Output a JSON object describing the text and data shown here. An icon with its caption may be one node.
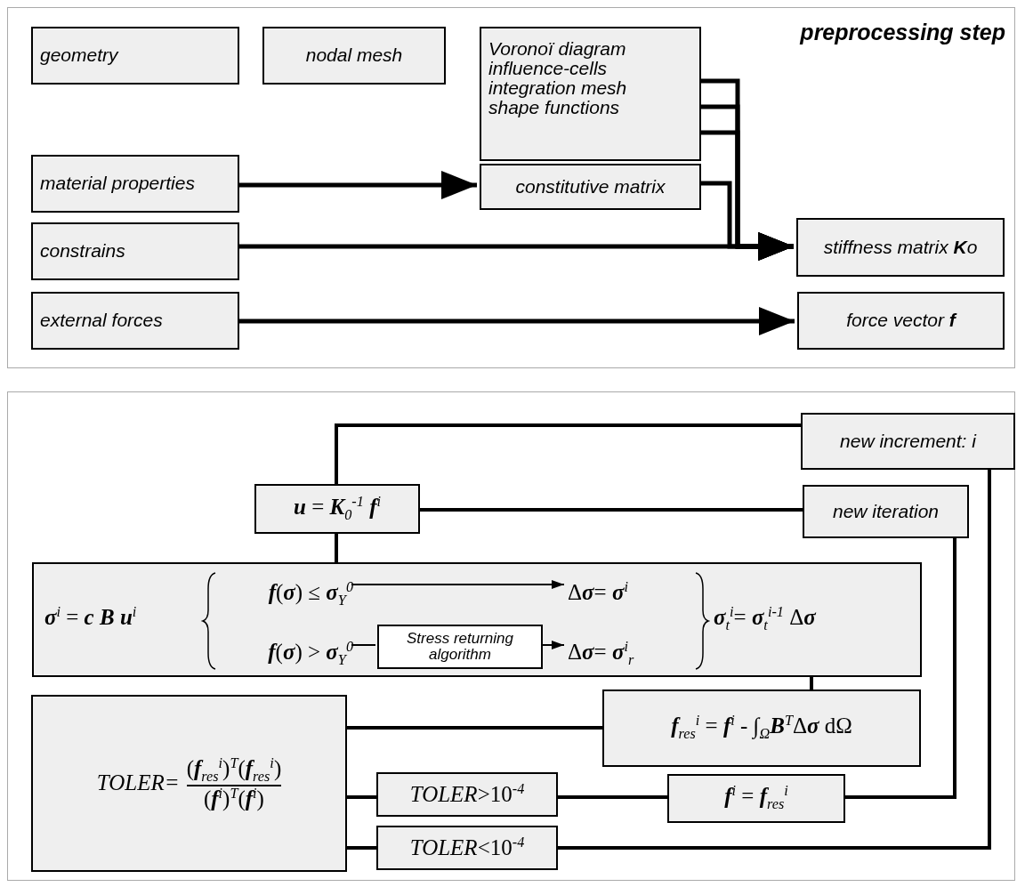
{
  "diagram": {
    "nodes": [
      {
        "text": [
          "preprocessing step"
        ]
      },
      {
        "text": [
          "geometry"
        ],
        "in": 0
      },
      {
        "text": [
          "nodal mesh"
        ],
        "in": 0
      },
      {
        "text": [
          "Voronoï diagram",
          "influence-cells",
          "integration mesh",
          "shape functions"
        ],
        "in": 0
      },
      {
        "text": [
          "material properties"
        ],
        "in": 0
      },
      {
        "text": [
          "constitutive matrix"
        ],
        "in": 0
      },
      {
        "text": [
          "constrains"
        ],
        "in": 0
      },
      {
        "text": [
          "stiffness matrix **K**o"
        ],
        "in": 0
      },
      {
        "text": [
          "external forces"
        ],
        "in": 0
      },
      {
        "text": [
          "force vector **f**"
        ],
        "in": 0
      },
      {
        "text": [
          "new increment: i"
        ]
      },
      {
        "text": [
          "**u** = **K**$_{0}$$^{-1}$ **f**$^{i}$"
        ]
      },
      {
        "text": [
          "new iteration"
        ]
      },
      {
        "text": [
          "**σ**$^{i}$ = **c B u**$^{i}$",
          "**σ**$_{t}$$^{i}$= **σ**$_{t}$$^{i-1}$ Δ**σ**"
        ]
      },
      {
        "text": [
          "**f**(**σ**) ≤ **σ**$_{Y}$$^{0}$"
        ],
        "in": 13
      },
      {
        "text": [
          "Δ**σ**= **σ**$^{i}$"
        ],
        "in": 13
      },
      {
        "text": [
          "**f**(**σ**) > **σ**$_{Y}$$^{0}$"
        ],
        "in": 13
      },
      {
        "text": [
          "Stress returning algorithm"
        ],
        "in": 13
      },
      {
        "text": [
          "Δ**σ**= **σ**$^{i}$$_{r}$"
        ],
        "in": 13
      },
      {
        "text": [
          "TOLER=",
          "(**f**$_{res}$$^{i}$)$^{T}$(**f**$_{res}$$^{i}$)",
          "(**f**$^{i}$)$^{T}$(**f**$^{i}$)"
        ]
      },
      {
        "text": [
          "**f**$_{res}$$^{i}$ = **f**$^{i}$ - ∫$_{Ω}$**B**$^{T}$Δ**σ** dΩ"
        ]
      },
      {
        "text": [
          "*TOLER*>10$^{-4}$"
        ]
      },
      {
        "text": [
          "**f**$^{i}$ = **f**$_{res}$$^{i}$"
        ]
      },
      {
        "text": [
          "*TOLER*<10$^{-4}$"
        ]
      }
    ],
    "edges": [
      {
        "from": 4,
        "to": 5,
        "arrow": "to"
      },
      {
        "from": 3,
        "to": 7,
        "arrow": "to"
      },
      {
        "from": 3,
        "to": 7,
        "arrow": "to"
      },
      {
        "from": 3,
        "to": 7,
        "arrow": "to"
      },
      {
        "from": 5,
        "to": 7,
        "arrow": "to"
      },
      {
        "from": 6,
        "to": 7,
        "arrow": "to"
      },
      {
        "from": 8,
        "to": 9,
        "arrow": "to"
      },
      {
        "from": 10,
        "to": 11,
        "arrow": "none"
      },
      {
        "from": 11,
        "to": 12,
        "arrow": "none"
      },
      {
        "from": 11,
        "to": 13,
        "arrow": "none"
      },
      {
        "from": 14,
        "to": 15,
        "arrow": "to"
      },
      {
        "from": 16,
        "to": 17,
        "arrow": "none"
      },
      {
        "from": 17,
        "to": 18,
        "arrow": "to"
      },
      {
        "from": 13,
        "to": 20,
        "arrow": "none"
      },
      {
        "from": 20,
        "to": 19,
        "arrow": "none"
      },
      {
        "from": 19,
        "to": 21,
        "arrow": "none"
      },
      {
        "from": 21,
        "to": 22,
        "arrow": "none"
      },
      {
        "from": 22,
        "to": 12,
        "arrow": "none"
      },
      {
        "from": 19,
        "to": 23,
        "arrow": "none"
      },
      {
        "from": 23,
        "to": 10,
        "arrow": "none"
      }
    ]
  }
}
